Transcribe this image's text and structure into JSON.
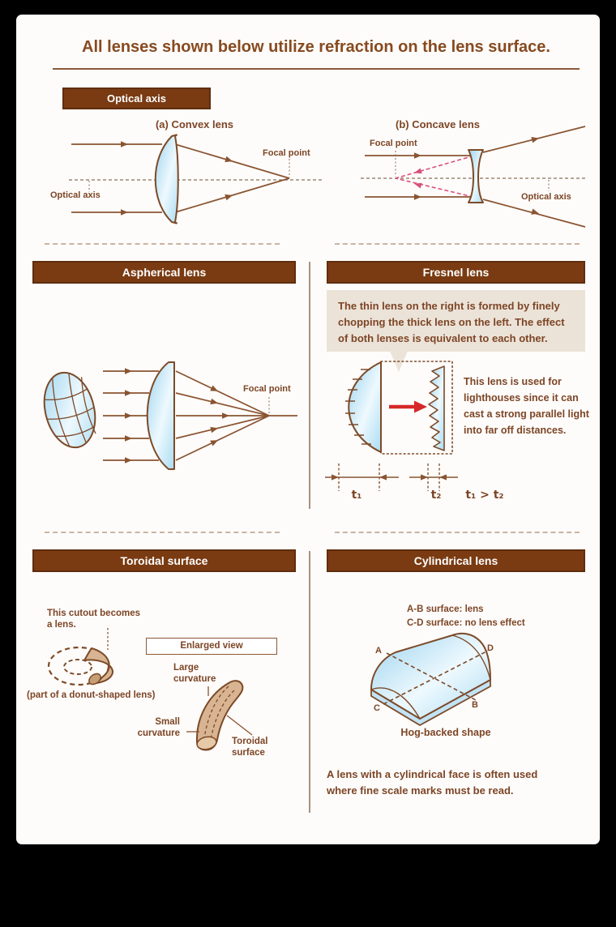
{
  "palette": {
    "header_brown": "#7a3b12",
    "text_brown": "#7d4526",
    "line_brown": "#8a5431",
    "lens_blue": "#a5daf2",
    "callout_beige": "#ece3d8",
    "arrow_red": "#d62828",
    "virtual_ray_pink": "#d94f7e",
    "toroid_tan": "#d8b492"
  },
  "header": {
    "title": "All lenses shown below utilize refraction on the lens surface.",
    "badge": "Optical axis"
  },
  "convex": {
    "title": "(a) Convex lens",
    "focal_point": "Focal point",
    "optical_axis": "Optical axis"
  },
  "concave": {
    "title": "(b) Concave lens",
    "focal_point": "Focal point",
    "optical_axis": "Optical axis"
  },
  "aspherical": {
    "header": "Aspherical lens",
    "focal_point": "Focal point"
  },
  "fresnel": {
    "header": "Fresnel lens",
    "callout": "The thin lens on the right is formed by finely chopping the thick lens on the left. The effect of both lenses is equivalent to each other.",
    "note": "This lens is used for lighthouses since it can cast a strong parallel light into far off distances.",
    "t1": "t₁",
    "t2": "t₂",
    "inequality": "t₁ > t₂"
  },
  "toroidal": {
    "header": "Toroidal surface",
    "cutout_caption": "This cutout becomes a lens.",
    "donut_caption": "(part of a donut-shaped lens)",
    "enlarged_view": "Enlarged view",
    "large_curvature": "Large curvature",
    "small_curvature": "Small curvature",
    "surface_label": "Toroidal surface"
  },
  "cylindrical": {
    "header": "Cylindrical lens",
    "surface_ab": "A-B surface: lens",
    "surface_cd": "C-D surface: no lens effect",
    "corner_a": "A",
    "corner_b": "B",
    "corner_c": "C",
    "corner_d": "D",
    "shape_caption": "Hog-backed shape",
    "note": "A lens with a cylindrical face is often used where fine scale marks must be read."
  }
}
